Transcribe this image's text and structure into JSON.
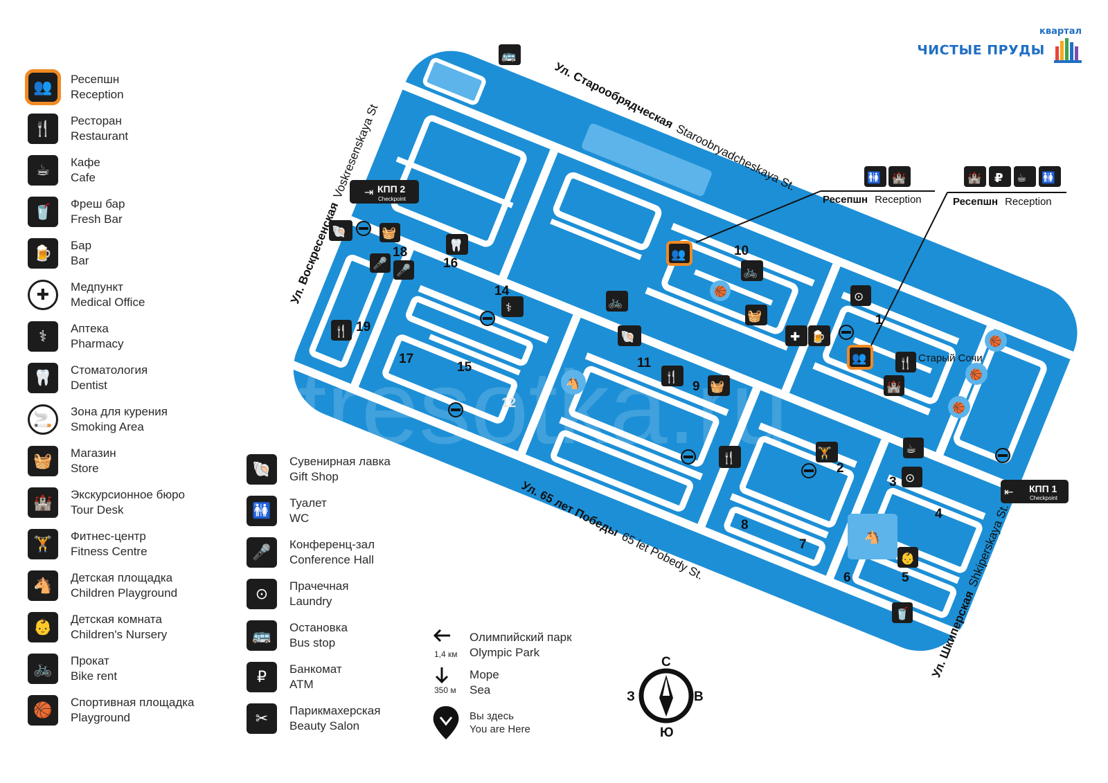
{
  "brand": {
    "line1": "квартал",
    "line2": "ЧИСТЫЕ ПРУДЫ"
  },
  "watermark": "tresotka.ru",
  "colors": {
    "map_blue": "#1d8fd6",
    "path_white": "#ffffff",
    "icon_dark": "#1c1c1c",
    "reception_orange": "#f08a24",
    "light_blue": "#5cb4ea"
  },
  "legend_left": [
    {
      "icon": "reception-icon",
      "glyph": "👥",
      "ru": "Ресепшн",
      "en": "Reception"
    },
    {
      "icon": "restaurant-icon",
      "glyph": "🍴",
      "ru": "Ресторан",
      "en": "Restaurant"
    },
    {
      "icon": "cafe-icon",
      "glyph": "☕",
      "ru": "Кафе",
      "en": "Cafe"
    },
    {
      "icon": "fresh-bar-icon",
      "glyph": "🥤",
      "ru": "Фреш бар",
      "en": "Fresh Bar"
    },
    {
      "icon": "bar-icon",
      "glyph": "🍺",
      "ru": "Бар",
      "en": "Bar"
    },
    {
      "icon": "medical-icon",
      "glyph": "✚",
      "ru": "Медпункт",
      "en": "Medical Office"
    },
    {
      "icon": "pharmacy-icon",
      "glyph": "⚕",
      "ru": "Аптека",
      "en": "Pharmacy"
    },
    {
      "icon": "dentist-icon",
      "glyph": "🦷",
      "ru": "Стоматология",
      "en": "Dentist"
    },
    {
      "icon": "smoking-icon",
      "glyph": "🚬",
      "ru": "Зона для курения",
      "en": "Smoking Area"
    },
    {
      "icon": "store-icon",
      "glyph": "🧺",
      "ru": "Магазин",
      "en": "Store"
    },
    {
      "icon": "tour-desk-icon",
      "glyph": "🏰",
      "ru": "Экскурсионное бюро",
      "en": "Tour Desk"
    },
    {
      "icon": "fitness-icon",
      "glyph": "🏋",
      "ru": "Фитнес-центр",
      "en": "Fitness Centre"
    },
    {
      "icon": "playground-horse-icon",
      "glyph": "🐴",
      "ru": "Детская площадка",
      "en": "Children Playground"
    },
    {
      "icon": "nursery-icon",
      "glyph": "👶",
      "ru": "Детская комната",
      "en": "Children's Nursery"
    },
    {
      "icon": "bike-icon",
      "glyph": "🚲",
      "ru": "Прокат",
      "en": "Bike rent"
    },
    {
      "icon": "sport-ball-icon",
      "glyph": "🏀",
      "ru": "Спортивная площадка",
      "en": "Playground"
    }
  ],
  "legend_right": [
    {
      "icon": "gift-shop-icon",
      "glyph": "🐚",
      "ru": "Сувенирная лавка",
      "en": "Gift Shop"
    },
    {
      "icon": "wc-icon",
      "glyph": "🚻",
      "ru": "Туалет",
      "en": "WC"
    },
    {
      "icon": "conference-icon",
      "glyph": "🎤",
      "ru": "Конференц-зал",
      "en": "Conference Hall"
    },
    {
      "icon": "laundry-icon",
      "glyph": "⊙",
      "ru": "Прачечная",
      "en": "Laundry"
    },
    {
      "icon": "bus-stop-icon",
      "glyph": "🚌",
      "ru": "Остановка",
      "en": "Bus stop"
    },
    {
      "icon": "atm-icon",
      "glyph": "₽",
      "ru": "Банкомат",
      "en": "ATM"
    },
    {
      "icon": "beauty-salon-icon",
      "glyph": "✂",
      "ru": "Парикмахерская",
      "en": "Beauty Salon"
    }
  ],
  "directions": {
    "olympic": {
      "ru": "Олимпийский парк",
      "en": "Olympic Park",
      "dist": "1,4 км"
    },
    "sea": {
      "ru": "Море",
      "en": "Sea",
      "dist": "350 м"
    },
    "here": {
      "ru": "Вы здесь",
      "en": "You are Here"
    }
  },
  "compass": {
    "n": "С",
    "s": "Ю",
    "w": "З",
    "e": "В"
  },
  "streets": {
    "north": {
      "ru": "Ул. Старообрядческая",
      "en": "Staroobryadcheskaya St."
    },
    "west": {
      "ru": "Ул. Воскресенская",
      "en": "Voskresenskaya St"
    },
    "south": {
      "ru": "Ул. 65 лет Победы",
      "en": "65 let Pobedy St."
    },
    "east": {
      "ru": "Ул. Шкиперская",
      "en": "Shkiperskaya St."
    }
  },
  "checkpoints": [
    {
      "label": "КПП 2",
      "sub": "Checkpoint"
    },
    {
      "label": "КПП 1",
      "sub": "Checkpoint"
    }
  ],
  "receptions": [
    {
      "ru": "Ресепшн",
      "en": "Reception"
    },
    {
      "ru": "Ресепшн",
      "en": "Reception"
    }
  ],
  "place_label": "Старый Сочи",
  "buildings": [
    "1",
    "2",
    "3",
    "4",
    "5",
    "6",
    "7",
    "8",
    "9",
    "10",
    "11",
    "12",
    "14",
    "15",
    "16",
    "17",
    "18",
    "19"
  ]
}
